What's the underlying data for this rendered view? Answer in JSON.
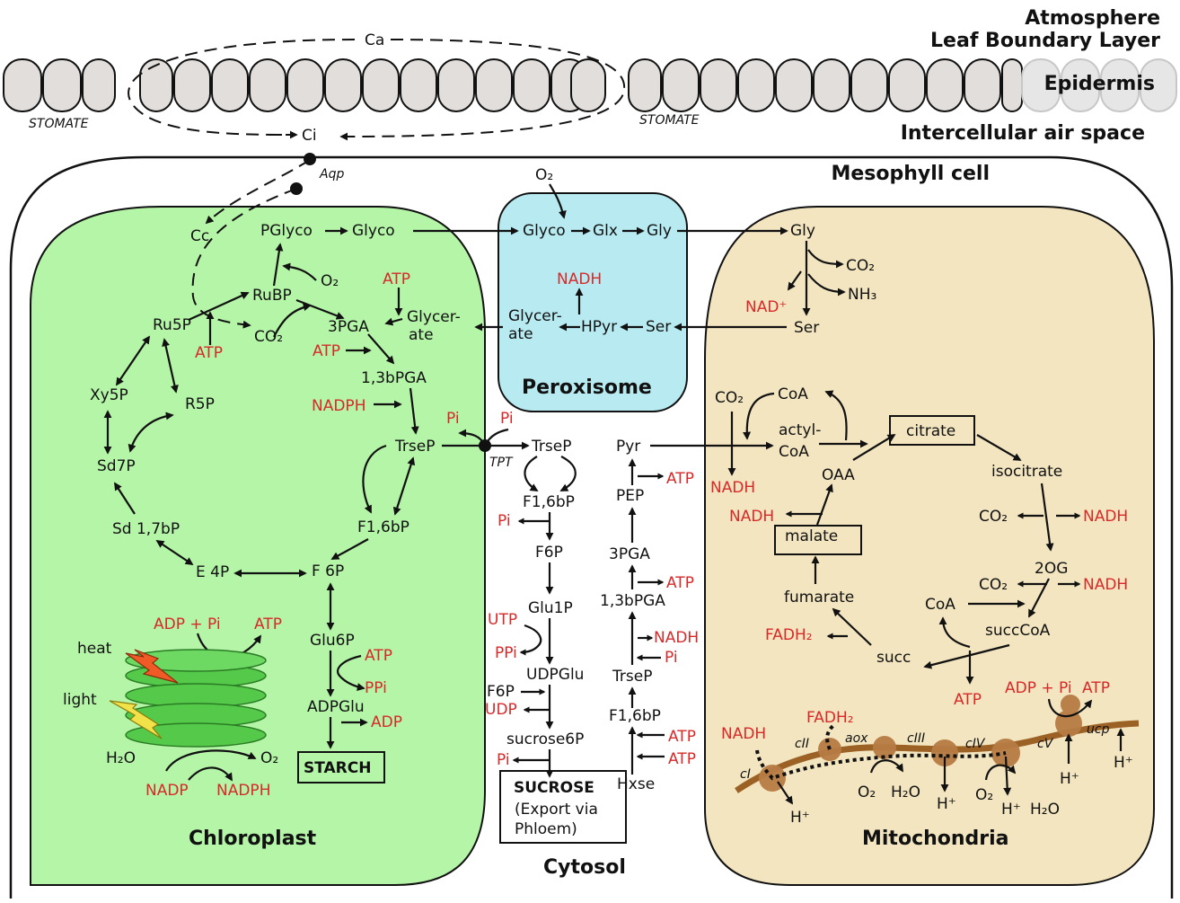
{
  "layers": {
    "atmosphere": "Atmosphere",
    "boundary": "Leaf Boundary Layer",
    "epidermis": "Epidermis",
    "air_space": "Intercellular air space",
    "stomate_left": "STOMATE",
    "stomate_right": "STOMATE",
    "ca": "Ca",
    "ci": "Ci",
    "aqp": "Aqp"
  },
  "compartments": {
    "mesophyll": "Mesophyll cell",
    "chloroplast": "Chloroplast",
    "peroxisome": "Peroxisome",
    "mitochondria": "Mitochondria",
    "cytosol": "Cytosol"
  },
  "colors": {
    "chloroplast": "#b5f5a8",
    "peroxisome": "#b7ebf1",
    "mitochondria": "#f2e5c0",
    "epidermis": "#e2dedc",
    "highlight": "#d62a2a",
    "membrane": "#9b6125"
  },
  "chloroplast": {
    "cc": "Cc",
    "pglyco": "PGlyco",
    "glyco": "Glyco",
    "o2": "O₂",
    "rubp": "RuBP",
    "ru5p": "Ru5P",
    "co2": "CO₂",
    "pga3": "3PGA",
    "atp1": "ATP",
    "atp2": "ATP",
    "atp3": "ATP",
    "glycerate_1": "Glycer-",
    "glycerate_2": "ate",
    "bpga": "1,3bPGA",
    "xy5p": "Xy5P",
    "r5p": "R5P",
    "nadph": "NADPH",
    "sd7p": "Sd7P",
    "trsep": "TrseP",
    "sd17bp": "Sd 1,7bP",
    "f16bp": "F1,6bP",
    "e4p": "E 4P",
    "f6p": "F 6P",
    "adp_pi": "ADP + Pi",
    "atp4": "ATP",
    "glu6p": "Glu6P",
    "atp5": "ATP",
    "ppi": "PPi",
    "adpglu": "ADPGlu",
    "adp": "ADP",
    "starch": "STARCH",
    "heat": "heat",
    "light": "light",
    "h2o": "H₂O",
    "o2b": "O₂",
    "nadp": "NADP",
    "nadph2": "NADPH"
  },
  "peroxisome": {
    "o2": "O₂",
    "glyco": "Glyco",
    "glx": "Glx",
    "gly": "Gly",
    "nadh": "NADH",
    "glycerate_1": "Glycer-",
    "glycerate_2": "ate",
    "hpyr": "HPyr",
    "ser": "Ser"
  },
  "cytosol": {
    "pi1": "Pi",
    "pi2": "Pi",
    "tpt": "TPT",
    "trsep": "TrseP",
    "f16bp": "F1,6bP",
    "pi3": "Pi",
    "f6p": "F6P",
    "glu1p": "Glu1P",
    "utp": "UTP",
    "ppi": "PPi",
    "udpglu": "UDPGlu",
    "f6p2": "F6P",
    "udp": "UDP",
    "sucrose6p": "sucrose6P",
    "pi4": "Pi",
    "sucrose": "SUCROSE",
    "export_1": "(Export via",
    "export_2": "Phloem)",
    "pyr": "Pyr",
    "atp1": "ATP",
    "pep": "PEP",
    "pga3": "3PGA",
    "atp2": "ATP",
    "bpga": "1,3bPGA",
    "nadh": "NADH",
    "pi5": "Pi",
    "trsep2": "TrseP",
    "f16bp2": "F1,6bP",
    "atp3": "ATP",
    "atp4": "ATP",
    "hxse": "Hxse"
  },
  "mitochondria": {
    "gly": "Gly",
    "co2_1": "CO₂",
    "nh3": "NH₃",
    "nad": "NAD⁺",
    "ser": "Ser",
    "co2_2": "CO₂",
    "coa": "CoA",
    "actyl_1": "actyl-",
    "actyl_2": "CoA",
    "citrate": "citrate",
    "nadh1": "NADH",
    "oaa": "OAA",
    "isocitrate": "isocitrate",
    "nadh2": "NADH",
    "co2_3": "CO₂",
    "nadh3": "NADH",
    "malate": "malate",
    "og2": "2OG",
    "co2_4": "CO₂",
    "nadh4": "NADH",
    "fumarate": "fumarate",
    "coa2": "CoA",
    "succcoa": "succCoA",
    "fadh2": "FADH₂",
    "succ": "succ",
    "atp1": "ATP",
    "adp_pi": "ADP + Pi",
    "atp2": "ATP",
    "nadh5": "NADH",
    "fadh2_2": "FADH₂",
    "ci": "cI",
    "cii": "cII",
    "aox": "aox",
    "ciii": "cIII",
    "civ": "cIV",
    "cv": "cV",
    "ucp": "ucp",
    "h1": "H⁺",
    "o2": "O₂",
    "h2o_1": "H₂O",
    "h2": "H⁺",
    "o2_2": "O₂",
    "h3": "H⁺",
    "h2o_2": "H₂O",
    "h4": "H⁺",
    "h5": "H⁺"
  }
}
